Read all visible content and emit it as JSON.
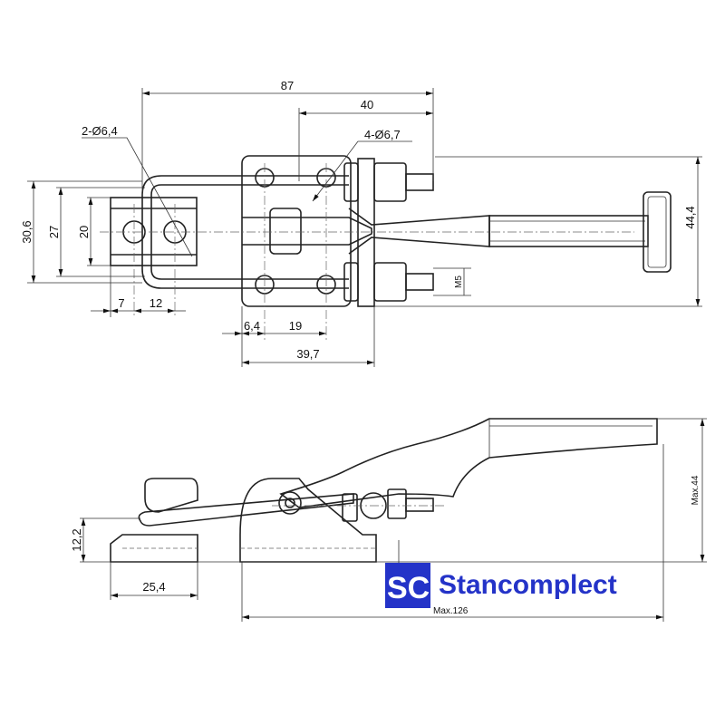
{
  "top_view": {
    "dim_overall_length": "87",
    "dim_bolt_to_end": "40",
    "dim_mount_holes": "4-Ø6,7",
    "dim_catch_holes": "2-Ø6,4",
    "dim_loop_width": "30,6",
    "dim_inner_width": "27",
    "dim_catch_hole_spacing": "20",
    "dim_catch_offset": "7",
    "dim_catch_hole_pitch": "12",
    "dim_base_edge": "6,4",
    "dim_base_hole_pitch": "19",
    "dim_base_length": "39,7",
    "dim_handle_width": "44,4",
    "thread": "M5"
  },
  "side_view": {
    "dim_catch_height": "12,2",
    "dim_catch_length": "25,4",
    "dim_max_height": "Max.44",
    "dim_max_length": "Max.126"
  },
  "logo": {
    "mark": "SC",
    "name": "Stancomplect",
    "color": "#2433c8"
  }
}
